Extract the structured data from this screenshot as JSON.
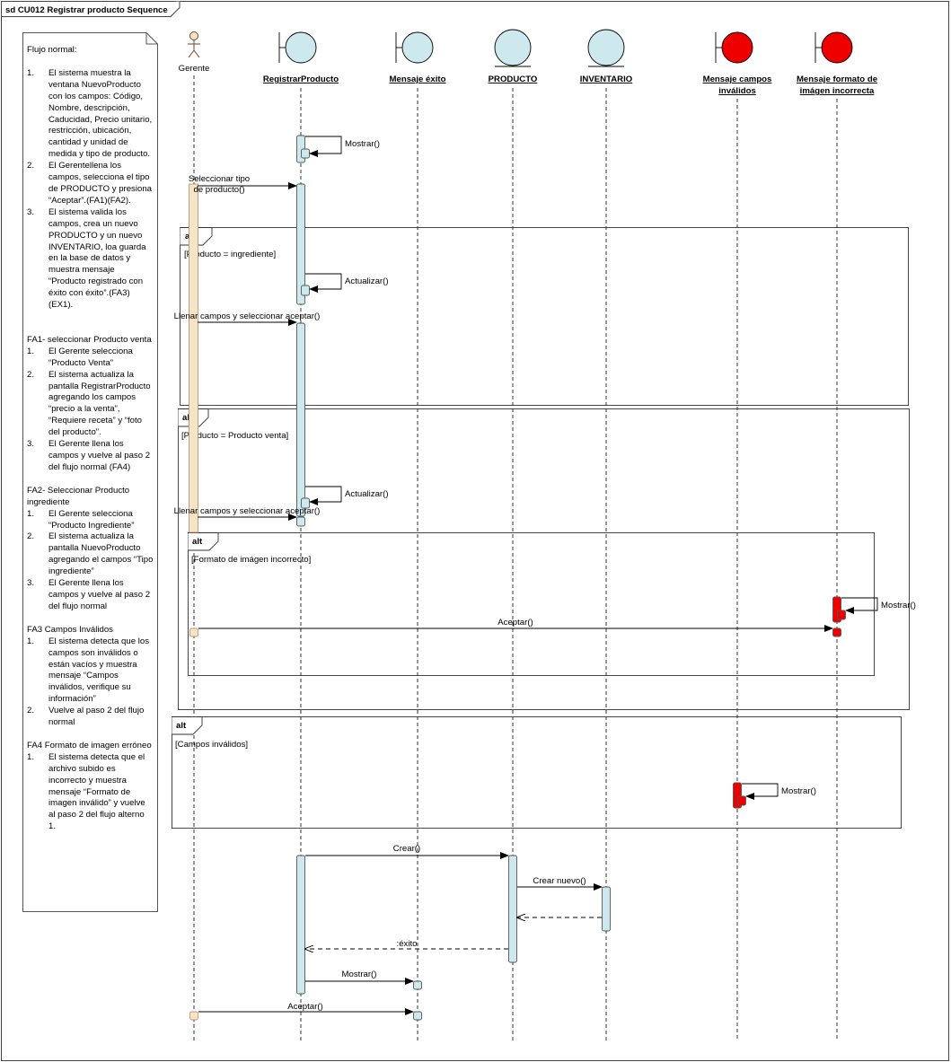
{
  "frame": {
    "title": "sd CU012 Registrar producto Sequence"
  },
  "note": {
    "sections": [
      {
        "title": "Flujo normal:",
        "steps": [
          {
            "n": "1.",
            "text": "El sistema muestra la ventana NuevoProducto con los campos: Código, Nombre, descripción, Caducidad, Precio unitario, restricción, ubicación, cantidad y unidad de medida y tipo de producto."
          },
          {
            "n": "2.",
            "text": "El Gerentellena los campos, selecciona el tipo de PRODUCTO y presiona “Aceptar”.(FA1)(FA2)."
          },
          {
            "n": "3.",
            "text": "El sistema valida los campos, crea un nuevo PRODUCTO y un nuevo INVENTARIO, loa guarda en la base de datos y muestra mensaje “Producto registrado con éxito con éxito”.(FA3)(EX1)."
          }
        ]
      },
      {
        "title": "FA1- seleccionar Producto venta",
        "steps": [
          {
            "n": "1.",
            "text": "El Gerente selecciona “Producto Venta”"
          },
          {
            "n": "2.",
            "text": "El sistema actualiza la pantalla RegistrarProducto agregando los campos “precio a la venta”, “Requiere receta” y “foto del producto”."
          },
          {
            "n": "3.",
            "text": "El Gerente llena los campos y vuelve al paso 2 del flujo normal (FA4)"
          }
        ]
      },
      {
        "title": "FA2- Seleccionar Producto ingrediente",
        "steps": [
          {
            "n": "1.",
            "text": "El Gerente selecciona “Producto Ingrediente”"
          },
          {
            "n": "2.",
            "text": "El sistema actualiza la pantalla NuevoProducto agregando el campos “Tipo ingrediente”"
          },
          {
            "n": "3.",
            "text": "El Gerente llena los campos y vuelve al paso 2 del flujo normal"
          }
        ]
      },
      {
        "title": "FA3 Campos Inválidos",
        "steps": [
          {
            "n": "1.",
            "text": "El sistema detecta que los campos son inválidos o están vacíos y muestra mensaje “Campos inválidos, verifique su información”"
          },
          {
            "n": "2.",
            "text": "Vuelve al paso 2 del flujo normal"
          }
        ]
      },
      {
        "title": "FA4 Formato de imagen erróneo",
        "steps": [
          {
            "n": "1.",
            "text": "El sistema detecta que el archivo subido es incorrecto y muestra mensaje “Formato de imagen inválido” y vuelve al paso 2 del flujo alterno 1."
          }
        ]
      }
    ]
  },
  "lifelines": [
    {
      "id": "gerente",
      "label": "Gerente",
      "kind": "actor"
    },
    {
      "id": "registrar",
      "label": "RegistrarProducto",
      "kind": "boundary",
      "color": "#cde9ee"
    },
    {
      "id": "exito",
      "label": "Mensaje éxito",
      "kind": "boundary",
      "color": "#cde9ee"
    },
    {
      "id": "producto",
      "label": "PRODUCTO",
      "kind": "entity",
      "color": "#cde9ee"
    },
    {
      "id": "inventario",
      "label": "INVENTARIO",
      "kind": "entity",
      "color": "#cde9ee"
    },
    {
      "id": "campos",
      "label_lines": [
        "Mensaje campos",
        "inválidos"
      ],
      "kind": "boundary",
      "color": "#ee0000"
    },
    {
      "id": "formato",
      "label_lines": [
        "Mensaje formato de",
        "imágen incorrecta"
      ],
      "kind": "boundary",
      "color": "#ee0000"
    }
  ],
  "fragments": [
    {
      "id": "alt1",
      "operator": "alt",
      "guard": "[Producto = ingrediente]"
    },
    {
      "id": "alt2",
      "operator": "alt",
      "guard": "[Producto = Producto venta]"
    },
    {
      "id": "alt3",
      "operator": "alt",
      "guard": "[Formato de imágen incorrecto]"
    },
    {
      "id": "alt4",
      "operator": "alt",
      "guard": "[Campos inválidos]"
    }
  ],
  "messages": [
    {
      "id": "m1",
      "label": "Mostrar()",
      "type": "self"
    },
    {
      "id": "m2",
      "label_lines": [
        "Seleccionar tipo",
        "de producto()"
      ],
      "type": "sync"
    },
    {
      "id": "m3",
      "label": "Actualizar()",
      "type": "self"
    },
    {
      "id": "m4",
      "label": "Llenar campos y seleccionar aceptar()",
      "type": "sync"
    },
    {
      "id": "m5",
      "label": "Actualizar()",
      "type": "self"
    },
    {
      "id": "m6",
      "label": "Llenar campos y seleccionar aceptar()",
      "type": "sync"
    },
    {
      "id": "m7",
      "label": "Mostrar()",
      "type": "self"
    },
    {
      "id": "m8",
      "label": "Aceptar()",
      "type": "sync"
    },
    {
      "id": "m9",
      "label": "Mostrar()",
      "type": "self"
    },
    {
      "id": "m10",
      "label": "Crear()",
      "type": "sync"
    },
    {
      "id": "m11",
      "label": "Crear nuevo()",
      "type": "sync"
    },
    {
      "id": "m12",
      "label": "",
      "type": "return"
    },
    {
      "id": "m13",
      "label": ":éxito",
      "type": "return"
    },
    {
      "id": "m14",
      "label": "Mostrar()",
      "type": "sync"
    },
    {
      "id": "m15",
      "label": "Aceptar()",
      "type": "sync"
    }
  ],
  "colors": {
    "activation_blue": "#cde9ee",
    "activation_red": "#ee0000",
    "activation_tan": "#f7e3c8",
    "fragment_border": "#333333"
  }
}
